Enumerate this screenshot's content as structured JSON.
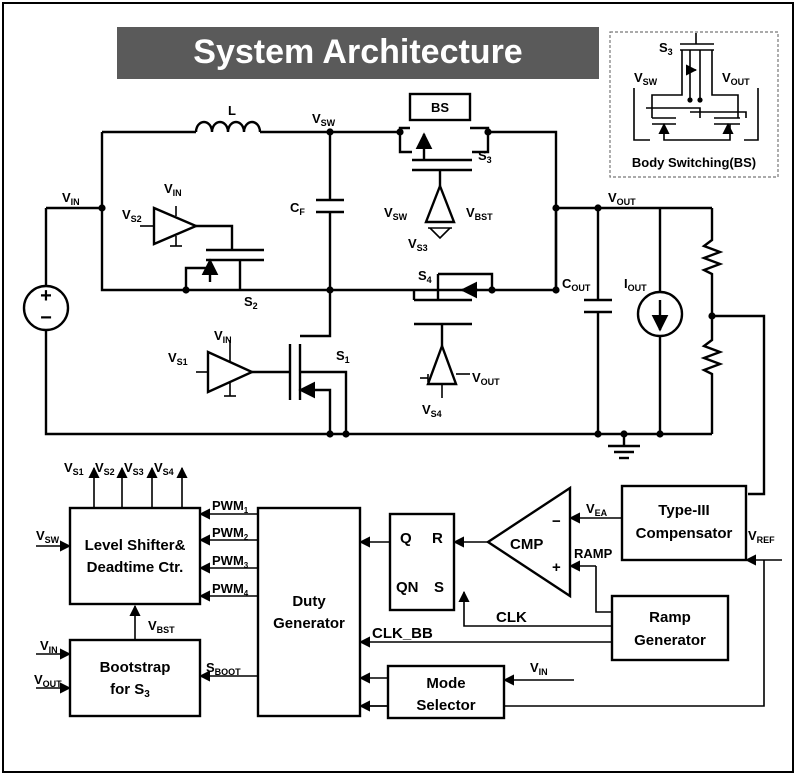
{
  "title": "System Architecture",
  "inset": {
    "caption": "Body Switching(BS)",
    "s3": "S",
    "s3_sub": "3",
    "vsw": "V",
    "vsw_sub": "SW",
    "vout": "V",
    "vout_sub": "OUT"
  },
  "power_stage": {
    "inductor": "L",
    "vsw_node": {
      "main": "V",
      "sub": "SW"
    },
    "vin": {
      "main": "V",
      "sub": "IN"
    },
    "cf": {
      "main": "C",
      "sub": "F"
    },
    "bs_box": "BS",
    "s3": {
      "main": "S",
      "sub": "3"
    },
    "vsw_driver": {
      "main": "V",
      "sub": "SW"
    },
    "vbst": {
      "main": "V",
      "sub": "BST"
    },
    "vs3": {
      "main": "V",
      "sub": "S3"
    },
    "vout": {
      "main": "V",
      "sub": "OUT"
    },
    "s4": {
      "main": "S",
      "sub": "4"
    },
    "cout": {
      "main": "C",
      "sub": "OUT"
    },
    "iout": {
      "main": "I",
      "sub": "OUT"
    },
    "vs2": {
      "main": "V",
      "sub": "S2"
    },
    "vin_s2": {
      "main": "V",
      "sub": "IN"
    },
    "s2": {
      "main": "S",
      "sub": "2"
    },
    "vs1": {
      "main": "V",
      "sub": "S1"
    },
    "vin_s1": {
      "main": "V",
      "sub": "IN"
    },
    "s1": {
      "main": "S",
      "sub": "1"
    },
    "vout_s4": {
      "main": "V",
      "sub": "OUT"
    },
    "vs4": {
      "main": "V",
      "sub": "S4"
    },
    "source_plus": "+",
    "source_minus": "−"
  },
  "control": {
    "outputs": [
      {
        "main": "V",
        "sub": "S1"
      },
      {
        "main": "V",
        "sub": "S2"
      },
      {
        "main": "V",
        "sub": "S3"
      },
      {
        "main": "V",
        "sub": "S4"
      }
    ],
    "level_shifter": [
      "Level Shifter&",
      "Deadtime Ctr."
    ],
    "level_vsw": {
      "main": "V",
      "sub": "SW"
    },
    "pwm": [
      {
        "main": "PWM",
        "sub": "1"
      },
      {
        "main": "PWM",
        "sub": "2"
      },
      {
        "main": "PWM",
        "sub": "3"
      },
      {
        "main": "PWM",
        "sub": "4"
      }
    ],
    "duty": [
      "Duty",
      "Generator"
    ],
    "vbst": {
      "main": "V",
      "sub": "BST"
    },
    "bootstrap": [
      "Bootstrap",
      "for S"
    ],
    "bootstrap_sub": "3",
    "bootstrap_vin": {
      "main": "V",
      "sub": "IN"
    },
    "bootstrap_vout": {
      "main": "V",
      "sub": "OUT"
    },
    "sboot": {
      "main": "S",
      "sub": "BOOT"
    },
    "latch": {
      "q": "Q",
      "r": "R",
      "qn": "QN",
      "s": "S"
    },
    "cmp": "CMP",
    "minus": "−",
    "plus": "+",
    "vea": {
      "main": "V",
      "sub": "EA"
    },
    "ramp_label": "RAMP",
    "compensator": [
      "Type-III",
      "Compensator"
    ],
    "vref": {
      "main": "V",
      "sub": "REF"
    },
    "ramp_gen": [
      "Ramp",
      "Generator"
    ],
    "clk": "CLK",
    "clk_bb": "CLK_BB",
    "mode": [
      "Mode",
      "Selector"
    ],
    "mode_vin": {
      "main": "V",
      "sub": "IN"
    }
  }
}
